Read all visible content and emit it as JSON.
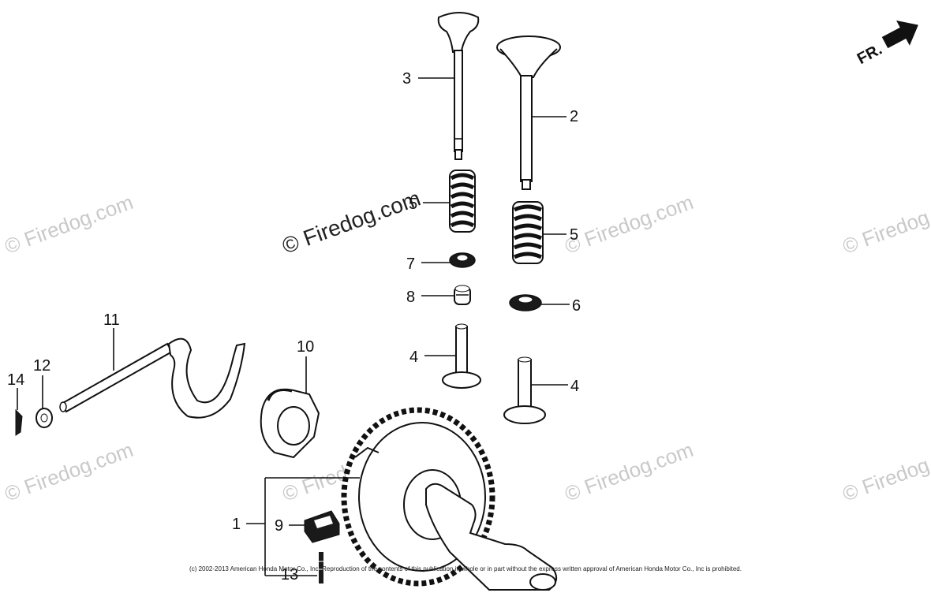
{
  "watermarks": {
    "center": "© Firedog.com",
    "repeat": "© Firedog.com"
  },
  "direction_marker": "FR.",
  "copyright": "(c) 2002-2013 American Honda Motor Co., Inc. Reproduction of the contents of this publication in whole or in part without the express written approval of American Honda Motor Co., Inc is prohibited.",
  "callouts": {
    "c1": "1",
    "c2": "2",
    "c3": "3",
    "c4a": "4",
    "c4b": "4",
    "c5a": "5",
    "c5b": "5",
    "c6": "6",
    "c7": "7",
    "c8": "8",
    "c9": "9",
    "c10": "10",
    "c11": "11",
    "c12": "12",
    "c13": "13",
    "c14": "14"
  }
}
